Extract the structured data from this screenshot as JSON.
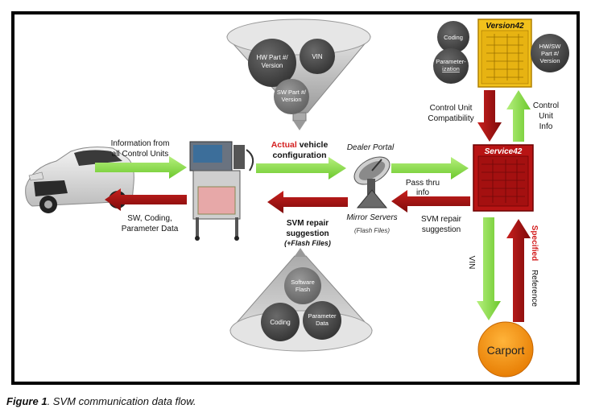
{
  "labels": {
    "info_from_line1": "Information from",
    "info_from_line2": "all Control Units",
    "sw_coding_line1": "SW, Coding,",
    "sw_coding_line2": "Parameter Data",
    "actual": "Actual",
    "vehicle": " vehicle",
    "configuration": "configuration",
    "svm_repair_line1": "SVM repair",
    "svm_repair_line2": "suggestion",
    "flash_files_note": "(+Flash Files)",
    "dealer_portal": "Dealer Portal",
    "mirror_servers": "Mirror Servers",
    "flash_files_small": "(Flash Files)",
    "pass_thru_line1": "Pass thru",
    "pass_thru_line2": "info",
    "svm_repair2_line1": "SVM repair",
    "svm_repair2_line2": "suggestion",
    "control_unit_compat_line1": "Control Unit",
    "control_unit_compat_line2": "Compatibility",
    "control_unit_info_line1": "Control",
    "control_unit_info_line2": "Unit",
    "control_unit_info_line3": "Info",
    "vin": "VIN",
    "specified": "Specified",
    "reference": "Reference",
    "carport": "Carport",
    "version42": "Version42",
    "service42": "Service42"
  },
  "funnel_top": {
    "hw_part_line1": "HW Part #/",
    "hw_part_line2": "Version",
    "vin": "VIN",
    "sw_part_line1": "SW Part #/",
    "sw_part_line2": "Version"
  },
  "funnel_bottom": {
    "software_flash_line1": "Software",
    "software_flash_line2": "Flash",
    "coding": "Coding",
    "parameter_data_line1": "Parameter",
    "parameter_data_line2": "Data"
  },
  "version42_bubbles": {
    "coding": "Coding",
    "parameterization_line1": "Parameter-",
    "parameterization_line2": "ization",
    "hw_sw_line1": "HW/SW",
    "hw_sw_line2": "Part #/",
    "hw_sw_line3": "Version"
  },
  "caption": {
    "figure": "Figure 1",
    "text": ". SVM communication data flow."
  },
  "colors": {
    "green_arrow": "#8ee04a",
    "red_arrow": "#a80f10",
    "highlight_red": "#d42020",
    "bubble_dark": "#4a4a4a",
    "version42_yellow": "#f2c21c",
    "service42_red": "#b81414",
    "carport_orange": "#f7940f"
  }
}
